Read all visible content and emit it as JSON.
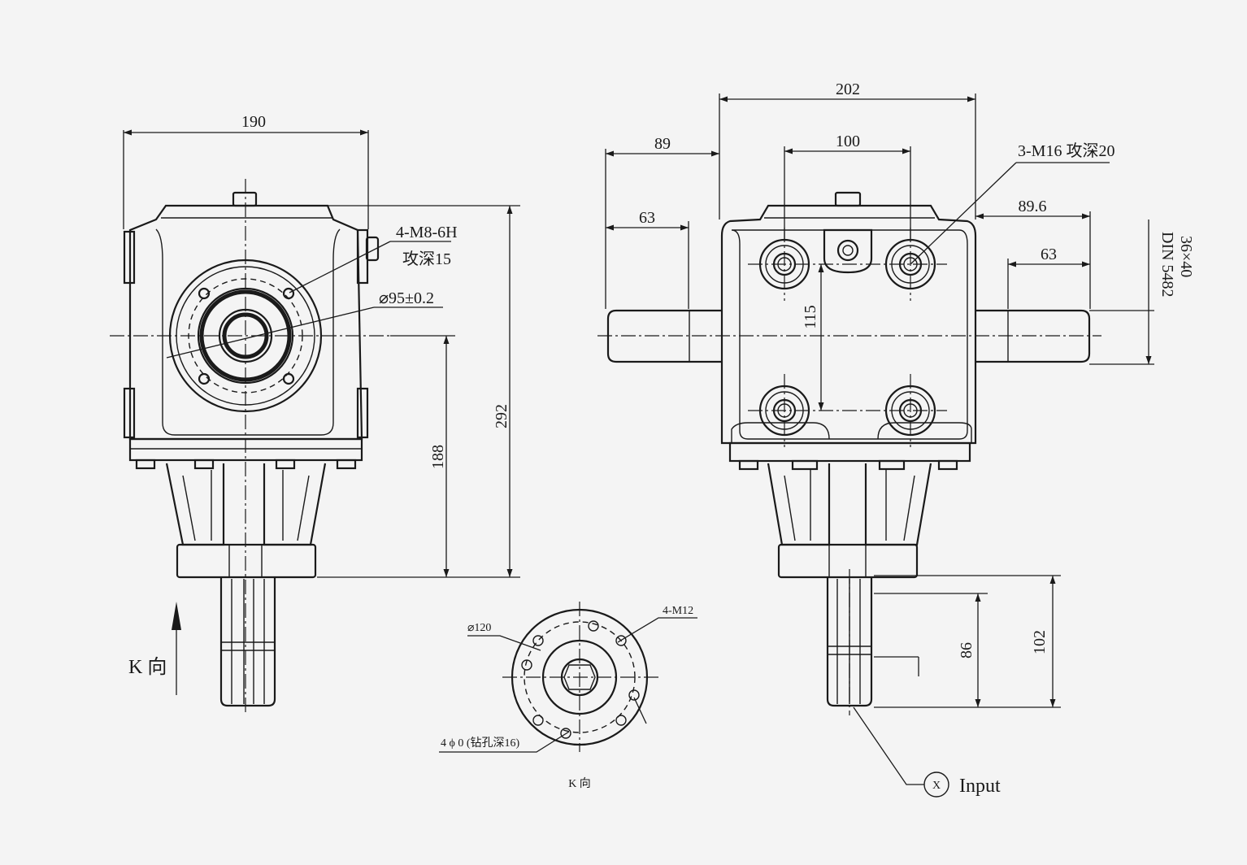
{
  "front_view": {
    "width_dim": "190",
    "height_total_dim": "292",
    "height_shaft_dim": "188",
    "thread_callout_line1": "4-M8-6H",
    "thread_callout_line2": "攻深15",
    "bore_callout": "⌀95±0.2",
    "view_arrow_label": "K 向"
  },
  "side_view": {
    "width_dim": "202",
    "left_offset_dim": "89",
    "bolt_spacing_dim": "100",
    "left_shaft_dim": "63",
    "thread_callout": "3-M16 攻深20",
    "right_offset_dim": "89.6",
    "right_shaft_dim": "63",
    "vertical_bolt_dim": "115",
    "spline_spec_line1": "36×40",
    "spline_spec_line2": "DIN 5482",
    "input_shaft_dim": "86",
    "input_total_dim": "102",
    "input_marker": "X",
    "input_label": "Input"
  },
  "k_view": {
    "pcd_callout": "⌀120",
    "thread_callout": "4-M12",
    "hole_callout": "4 ϕ 0 (钻孔深16)",
    "view_label": "K 向"
  }
}
